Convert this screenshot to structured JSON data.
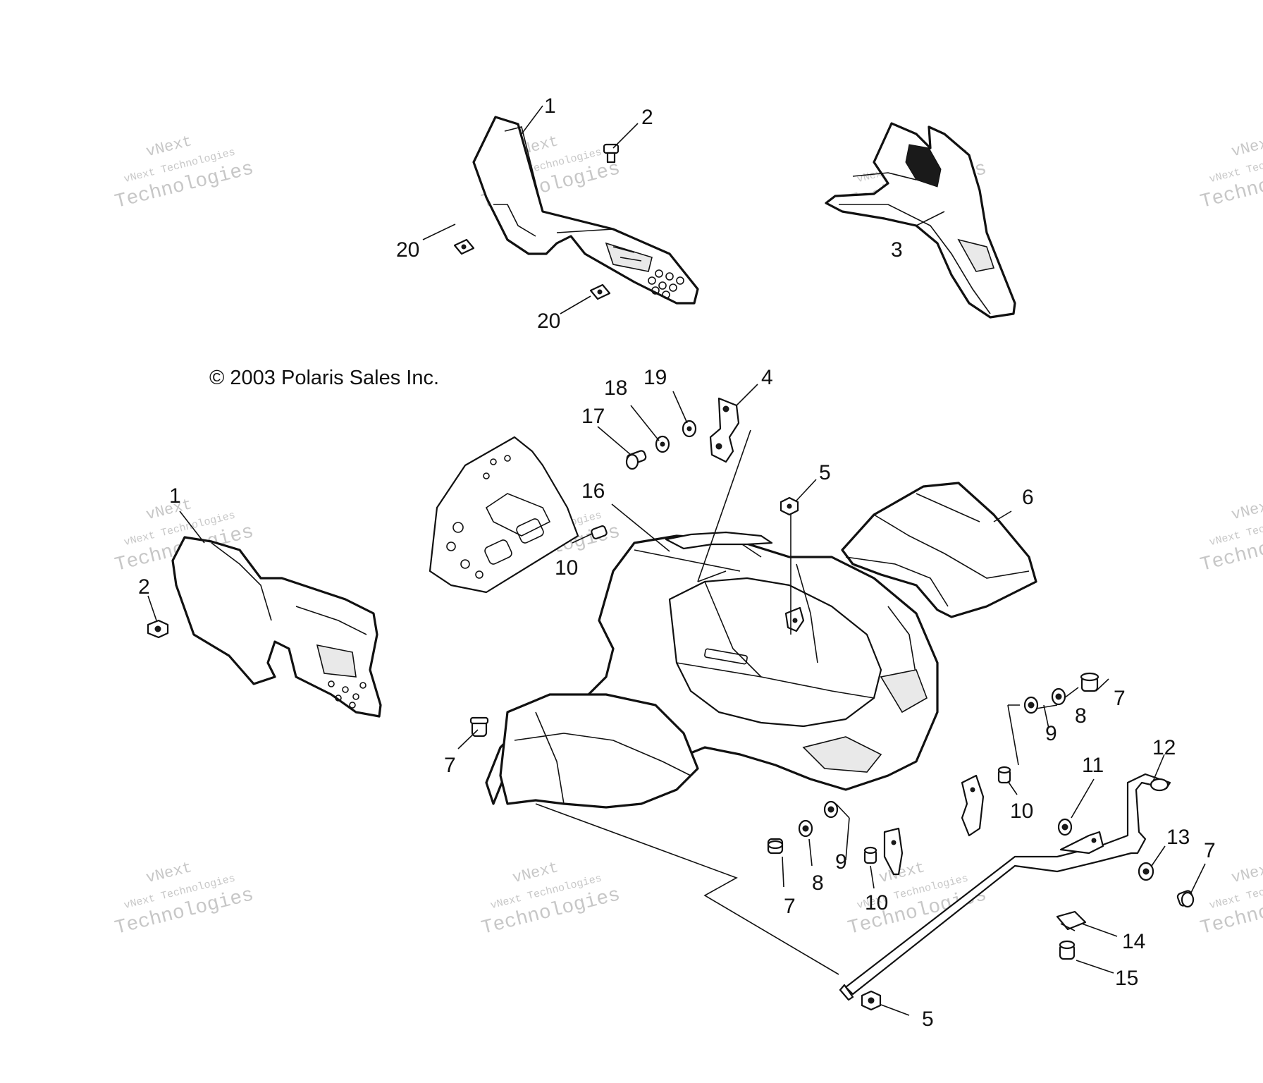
{
  "copyright": "© 2003 Polaris Sales Inc.",
  "watermark": {
    "line_small": "vNext Technologies",
    "line_big_1": "vNext",
    "line_big_2": "Technologies",
    "color": "#b5b5b5"
  },
  "callouts": {
    "c1_top": "1",
    "c2_top": "2",
    "c3": "3",
    "c20_a": "20",
    "c20_b": "20",
    "c4": "4",
    "c5_top": "5",
    "c6": "6",
    "c1_left": "1",
    "c2_left": "2",
    "c16": "16",
    "c17": "17",
    "c18": "18",
    "c19": "19",
    "c10_a": "10",
    "c7_a": "7",
    "c7_b": "7",
    "c8_a": "8",
    "c9_a": "9",
    "c12": "12",
    "c11": "11",
    "c10_b": "10",
    "c7_c": "7",
    "c8_b": "8",
    "c9_b": "9",
    "c10_c": "10",
    "c13": "13",
    "c7_d": "7",
    "c14": "14",
    "c15": "15",
    "c5_bottom": "5"
  }
}
